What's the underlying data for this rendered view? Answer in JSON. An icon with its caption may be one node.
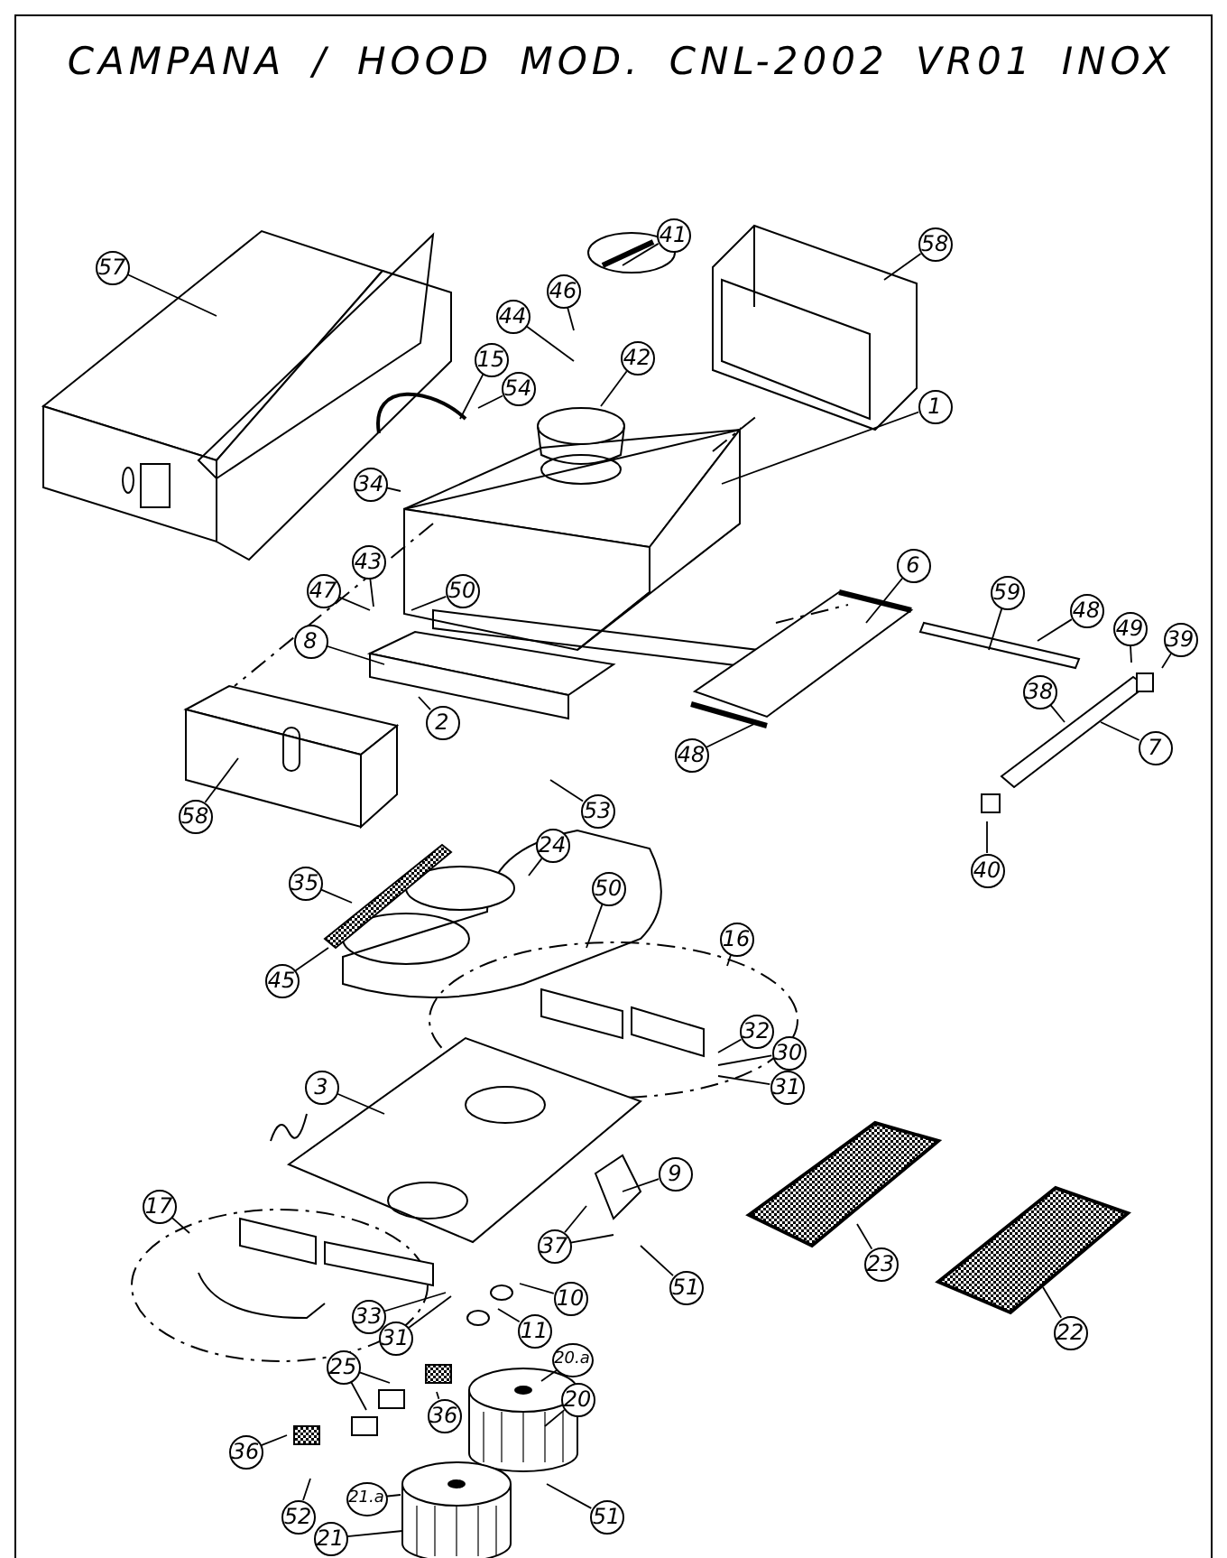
{
  "diagram": {
    "title": "CAMPANA / HOOD MOD. CNL-2002 VR01 INOX",
    "nodes": [
      {
        "text": [
          "41"
        ]
      },
      {
        "text": [
          "58"
        ]
      },
      {
        "text": [
          "57"
        ]
      },
      {
        "text": [
          "46"
        ]
      },
      {
        "text": [
          "44"
        ]
      },
      {
        "text": [
          "15"
        ]
      },
      {
        "text": [
          "54"
        ]
      },
      {
        "text": [
          "42"
        ]
      },
      {
        "text": [
          "1"
        ]
      },
      {
        "text": [
          "34"
        ]
      },
      {
        "text": [
          "43"
        ]
      },
      {
        "text": [
          "47"
        ]
      },
      {
        "text": [
          "50"
        ]
      },
      {
        "text": [
          "8"
        ]
      },
      {
        "text": [
          "6"
        ]
      },
      {
        "text": [
          "59"
        ]
      },
      {
        "text": [
          "48"
        ]
      },
      {
        "text": [
          "49"
        ]
      },
      {
        "text": [
          "39"
        ]
      },
      {
        "text": [
          "38"
        ]
      },
      {
        "text": [
          "2"
        ]
      },
      {
        "text": [
          "58"
        ]
      },
      {
        "text": [
          "53"
        ]
      },
      {
        "text": [
          "7"
        ]
      },
      {
        "text": [
          "48"
        ]
      },
      {
        "text": [
          "40"
        ]
      },
      {
        "text": [
          "24"
        ]
      },
      {
        "text": [
          "35"
        ]
      },
      {
        "text": [
          "50"
        ]
      },
      {
        "text": [
          "45"
        ]
      },
      {
        "text": [
          "16"
        ]
      },
      {
        "text": [
          "32"
        ]
      },
      {
        "text": [
          "30"
        ]
      },
      {
        "text": [
          "31"
        ]
      },
      {
        "text": [
          "3"
        ]
      },
      {
        "text": [
          "9"
        ]
      },
      {
        "text": [
          "37"
        ]
      },
      {
        "text": [
          "51"
        ]
      },
      {
        "text": [
          "17"
        ]
      },
      {
        "text": [
          "10"
        ]
      },
      {
        "text": [
          "11"
        ]
      },
      {
        "text": [
          "33"
        ]
      },
      {
        "text": [
          "31"
        ]
      },
      {
        "text": [
          "25"
        ]
      },
      {
        "text": [
          "20.a"
        ]
      },
      {
        "text": [
          "20"
        ]
      },
      {
        "text": [
          "36"
        ]
      },
      {
        "text": [
          "36"
        ]
      },
      {
        "text": [
          "23"
        ]
      },
      {
        "text": [
          "22"
        ]
      },
      {
        "text": [
          "52"
        ]
      },
      {
        "text": [
          "21.a"
        ]
      },
      {
        "text": [
          "21"
        ]
      },
      {
        "text": [
          "51"
        ]
      }
    ],
    "edges": [
      {
        "from": 0,
        "to": null,
        "arrow": "none"
      },
      {
        "from": 1,
        "to": null,
        "arrow": "none"
      },
      {
        "from": 2,
        "to": null,
        "arrow": "none"
      },
      {
        "from": 3,
        "to": null,
        "arrow": "none"
      },
      {
        "from": 4,
        "to": null,
        "arrow": "none"
      },
      {
        "from": 5,
        "to": null,
        "arrow": "none"
      },
      {
        "from": 6,
        "to": null,
        "arrow": "none"
      },
      {
        "from": 7,
        "to": null,
        "arrow": "none"
      },
      {
        "from": 8,
        "to": null,
        "arrow": "none"
      },
      {
        "from": 9,
        "to": null,
        "arrow": "none"
      },
      {
        "from": 10,
        "to": null,
        "arrow": "none"
      },
      {
        "from": 11,
        "to": null,
        "arrow": "none"
      },
      {
        "from": 12,
        "to": null,
        "arrow": "none"
      },
      {
        "from": 13,
        "to": null,
        "arrow": "none"
      },
      {
        "from": 14,
        "to": null,
        "arrow": "none"
      },
      {
        "from": 15,
        "to": null,
        "arrow": "none"
      },
      {
        "from": 16,
        "to": null,
        "arrow": "none"
      },
      {
        "from": 17,
        "to": null,
        "arrow": "none"
      },
      {
        "from": 18,
        "to": null,
        "arrow": "none"
      },
      {
        "from": 19,
        "to": null,
        "arrow": "none"
      },
      {
        "from": 20,
        "to": null,
        "arrow": "none"
      },
      {
        "from": 21,
        "to": null,
        "arrow": "none"
      },
      {
        "from": 22,
        "to": null,
        "arrow": "none"
      },
      {
        "from": 23,
        "to": null,
        "arrow": "none"
      },
      {
        "from": 24,
        "to": null,
        "arrow": "none"
      },
      {
        "from": 25,
        "to": null,
        "arrow": "none"
      },
      {
        "from": 26,
        "to": null,
        "arrow": "none"
      },
      {
        "from": 27,
        "to": null,
        "arrow": "none"
      },
      {
        "from": 28,
        "to": null,
        "arrow": "none"
      },
      {
        "from": 29,
        "to": null,
        "arrow": "none"
      },
      {
        "from": 30,
        "to": null,
        "arrow": "none"
      },
      {
        "from": 31,
        "to": null,
        "arrow": "none"
      },
      {
        "from": 32,
        "to": null,
        "arrow": "none"
      },
      {
        "from": 33,
        "to": null,
        "arrow": "none"
      },
      {
        "from": 34,
        "to": null,
        "arrow": "none"
      },
      {
        "from": 35,
        "to": null,
        "arrow": "none"
      },
      {
        "from": 36,
        "to": null,
        "arrow": "none"
      },
      {
        "from": 36,
        "to": null,
        "arrow": "none"
      },
      {
        "from": 37,
        "to": null,
        "arrow": "none"
      },
      {
        "from": 38,
        "to": null,
        "arrow": "none"
      },
      {
        "from": 39,
        "to": null,
        "arrow": "none"
      },
      {
        "from": 40,
        "to": null,
        "arrow": "none"
      },
      {
        "from": 41,
        "to": null,
        "arrow": "none"
      },
      {
        "from": 42,
        "to": null,
        "arrow": "none"
      },
      {
        "from": 43,
        "to": null,
        "arrow": "none"
      },
      {
        "from": 43,
        "to": null,
        "arrow": "none"
      },
      {
        "from": 44,
        "to": null,
        "arrow": "none"
      },
      {
        "from": 45,
        "to": null,
        "arrow": "none"
      },
      {
        "from": 46,
        "to": null,
        "arrow": "none"
      },
      {
        "from": 47,
        "to": null,
        "arrow": "none"
      },
      {
        "from": 48,
        "to": null,
        "arrow": "none"
      },
      {
        "from": 49,
        "to": null,
        "arrow": "none"
      },
      {
        "from": 50,
        "to": null,
        "arrow": "none"
      },
      {
        "from": 51,
        "to": null,
        "arrow": "none"
      },
      {
        "from": 52,
        "to": null,
        "arrow": "none"
      },
      {
        "from": 53,
        "to": null,
        "arrow": "none"
      }
    ]
  }
}
